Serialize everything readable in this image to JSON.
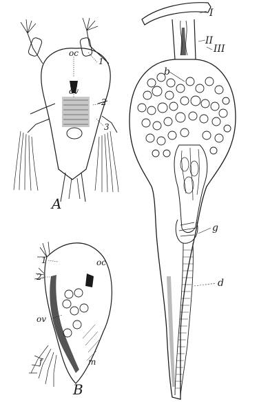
{
  "figure": {
    "panel_a": {
      "letter": "A",
      "labels": {
        "oc": "oc",
        "ov": "ov",
        "n1": "1",
        "n2": "2",
        "n3": "3"
      }
    },
    "panel_b": {
      "letter": "B",
      "labels": {
        "n1": "1",
        "n2": "2",
        "oc": "oc",
        "ov": "ov",
        "f": "f",
        "m": "m"
      }
    },
    "right": {
      "labels": {
        "I": "I",
        "II": "II",
        "III": "III",
        "b": "b",
        "g": "g",
        "d": "d"
      }
    },
    "ink_color": "#1a1a1a",
    "paper_color": "#ffffff"
  }
}
